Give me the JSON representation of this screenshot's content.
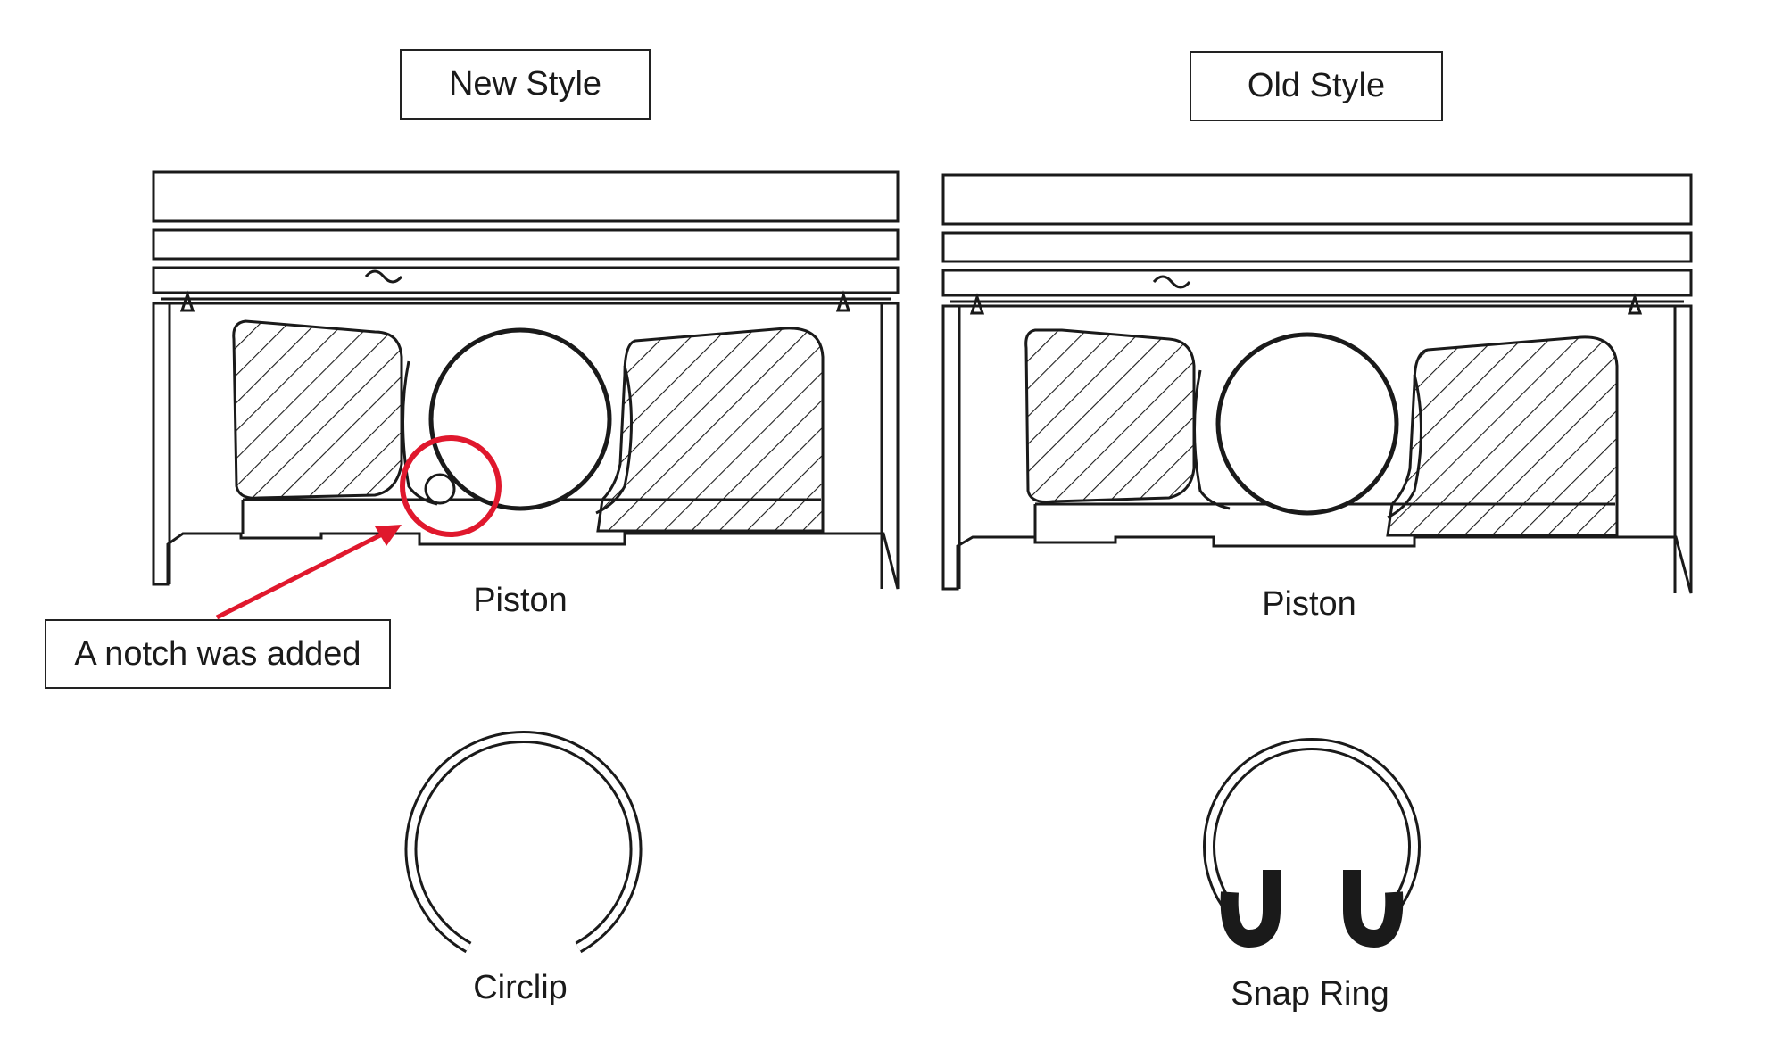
{
  "labels": {
    "new_style": "New Style",
    "old_style": "Old Style",
    "piston_new": "Piston",
    "piston_old": "Piston",
    "notch_note": "A notch was added",
    "circlip": "Circlip",
    "snap_ring": "Snap Ring"
  },
  "colors": {
    "line": "#1a1a1a",
    "highlight": "#e0182d",
    "background": "#ffffff"
  }
}
